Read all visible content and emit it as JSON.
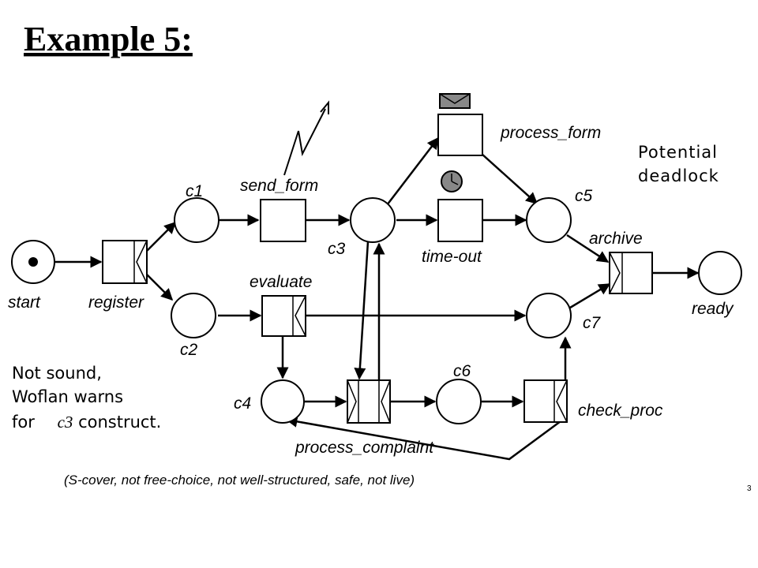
{
  "title": "Example 5:",
  "places": {
    "start": "start",
    "c1": "c1",
    "c2": "c2",
    "c3": "c3",
    "c4": "c4",
    "c5": "c5",
    "c6": "c6",
    "c7": "c7",
    "ready": "ready"
  },
  "transitions": {
    "register": "register",
    "send_form": "send_form",
    "process_form": "process_form",
    "time_out": "time-out",
    "evaluate": "evaluate",
    "process_complaint": "process_complaint",
    "check_proc": "check_proc",
    "archive": "archive"
  },
  "notes": {
    "deadlock_line1": "Potential",
    "deadlock_line2": "deadlock",
    "sound_line1": "Not sound,",
    "sound_line2": "Woflan warns",
    "sound_line3_pre": "for ",
    "sound_line3_var": "c3",
    "sound_line3_post": " construct.",
    "footer": "(S-cover, not free-choice, not well-structured, safe, not live)",
    "page_number": "3"
  },
  "icons": {
    "trigger_message": "envelope-icon",
    "trigger_time": "clock-icon",
    "trigger_external": "lightning-icon"
  }
}
